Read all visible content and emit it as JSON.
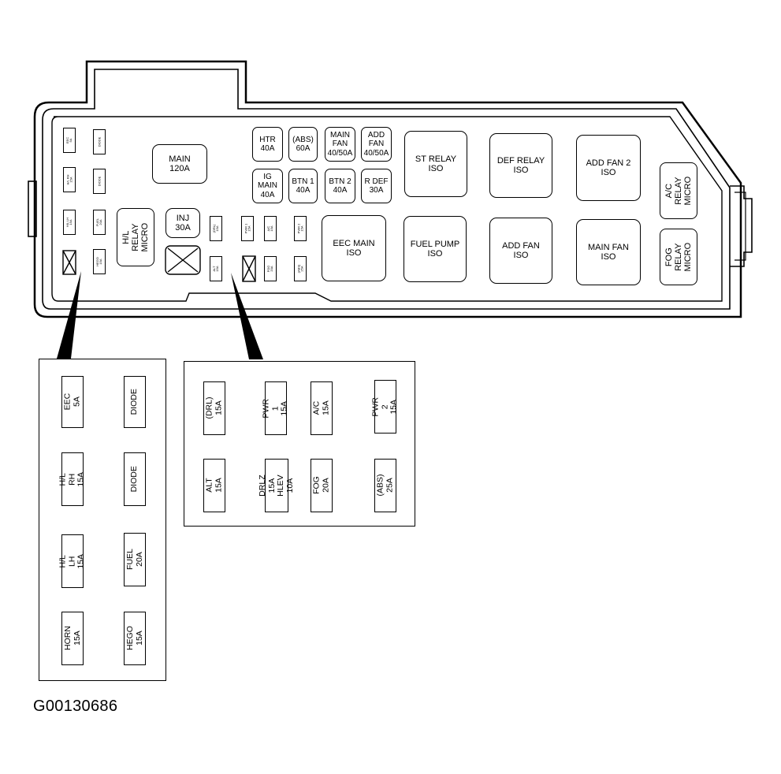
{
  "figure_id": "G00130686",
  "relays": {
    "st_relay": "ST RELAY\nISO",
    "def_relay": "DEF RELAY\nISO",
    "add_fan_2": "ADD FAN 2\nISO",
    "eec_main": "EEC MAIN\nISO",
    "fuel_pump": "FUEL PUMP\nISO",
    "add_fan": "ADD FAN\nISO",
    "main_fan": "MAIN FAN\nISO",
    "ac_relay": "A/C RELAY\nMICRO",
    "fog_relay": "FOG RELAY\nMICRO",
    "hl_relay": "H/L\nRELAY\nMICRO"
  },
  "fuses": {
    "main": "MAIN\n120A",
    "htr": "HTR\n40A",
    "abs60": "(ABS)\n60A",
    "main_fan": "MAIN\nFAN\n40/50A",
    "add_fan": "ADD\nFAN\n40/50A",
    "ig_main": "IG\nMAIN\n40A",
    "btn1": "BTN 1\n40A",
    "btn2": "BTN 2\n40A",
    "rdef": "R DEF\n30A",
    "inj": "INJ\n30A"
  },
  "left_panel": [
    "EEC 5A",
    "DIODE",
    "H/L RH\n15A",
    "DIODE",
    "H/L LH\n15A",
    "FUEL\n20A",
    "HORN\n15A",
    "HEGO\n15A"
  ],
  "right_panel": [
    "(DRL) 15A",
    "PWR 1\n15A",
    "A/C 15A",
    "PWR 2\n15A",
    "ALT 15A",
    "DRLZ 15A\nHLEV 10A",
    "FOG 20A",
    "(ABS)\n25A"
  ]
}
